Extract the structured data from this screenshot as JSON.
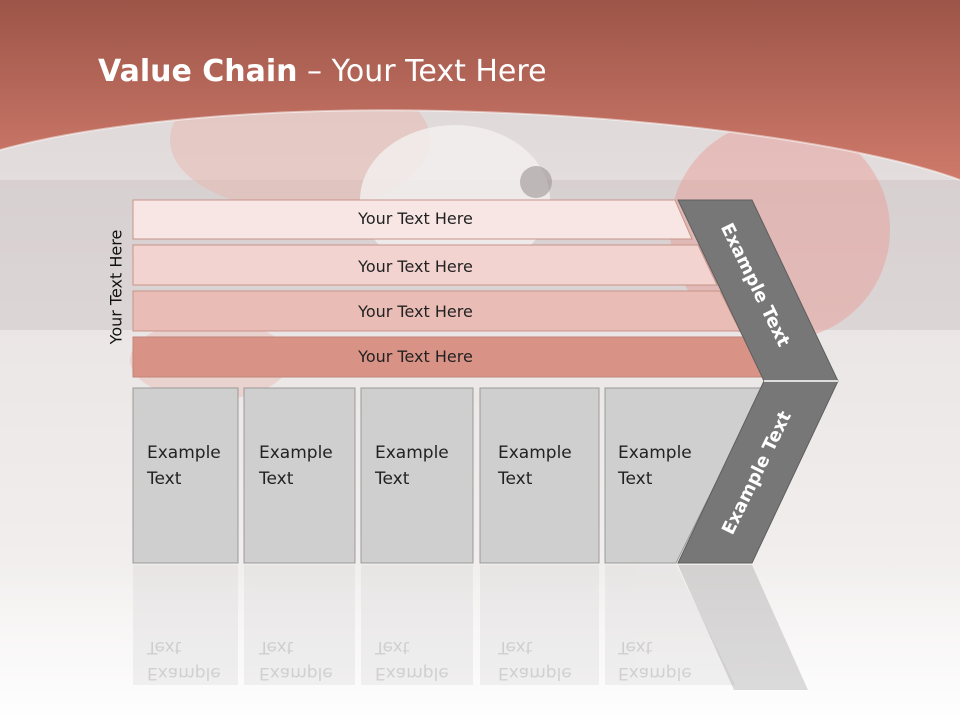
{
  "slide": {
    "title_bold": "Value Chain",
    "title_rest": " – Your Text Here",
    "side_label": "Your Text Here",
    "bars": [
      {
        "label": "Your Text Here",
        "color": "#f8e6e4"
      },
      {
        "label": "Your Text Here",
        "color": "#f2d3cf"
      },
      {
        "label": "Your Text Here",
        "color": "#e9bcb5"
      },
      {
        "label": "Your Text Here",
        "color": "#d99386"
      }
    ],
    "columns": [
      {
        "line1": "Example",
        "line2": "Text"
      },
      {
        "line1": "Example",
        "line2": "Text"
      },
      {
        "line1": "Example",
        "line2": "Text"
      },
      {
        "line1": "Example",
        "line2": "Text"
      },
      {
        "line1": "Example",
        "line2": "Text"
      }
    ],
    "arrow_top_text": "Example Text",
    "arrow_bottom_text": "Example Text",
    "colors": {
      "header": "#c46a5c",
      "column_fill": "#cfcfcf",
      "arrow_fill": "#777777"
    }
  }
}
